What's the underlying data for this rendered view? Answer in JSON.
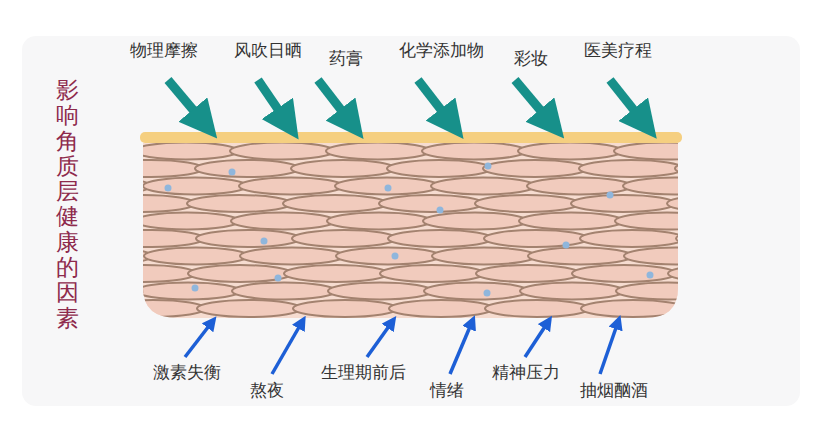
{
  "diagram": {
    "title": "影响角质层健康的因素",
    "labels": [
      "物理摩擦",
      "风吹日晒",
      "药膏",
      "化学添加物",
      "彩妆",
      "医美疗程",
      "激素失衡",
      "熬夜",
      "生理期前后",
      "情绪",
      "精神压力",
      "抽烟酗酒"
    ]
  }
}
